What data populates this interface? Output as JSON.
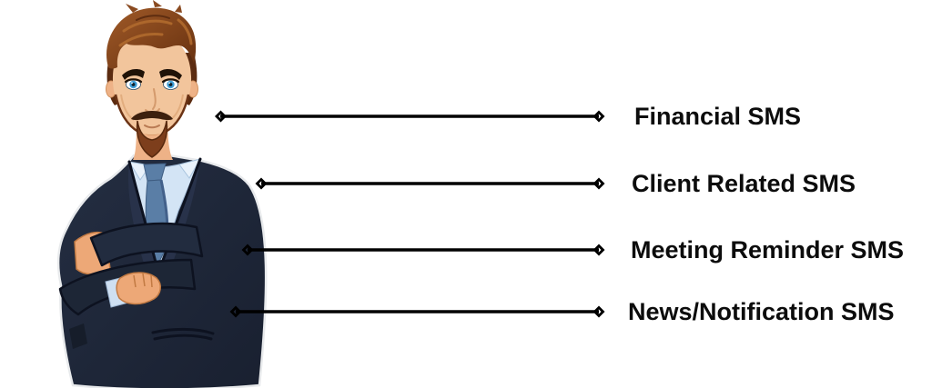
{
  "figure": {
    "alt": "Businessman in dark suit with crossed arms"
  },
  "sms_types": [
    {
      "label": "Financial SMS"
    },
    {
      "label": "Client Related SMS"
    },
    {
      "label": "Meeting Reminder SMS"
    },
    {
      "label": "News/Notification SMS"
    }
  ],
  "icons": {
    "endpoint": "diamond-icon"
  },
  "colors": {
    "background": "#ffffff",
    "connector": "#000000",
    "label_text": "#0c0c0c",
    "suit": "#1f2736",
    "suit_highlight": "#28324a",
    "shirt": "#d3e4f5",
    "tie": "#5a7ea6",
    "skin": "#f2c59c",
    "hair": "#7b3e1c",
    "eyes": "#3e9fd8"
  }
}
